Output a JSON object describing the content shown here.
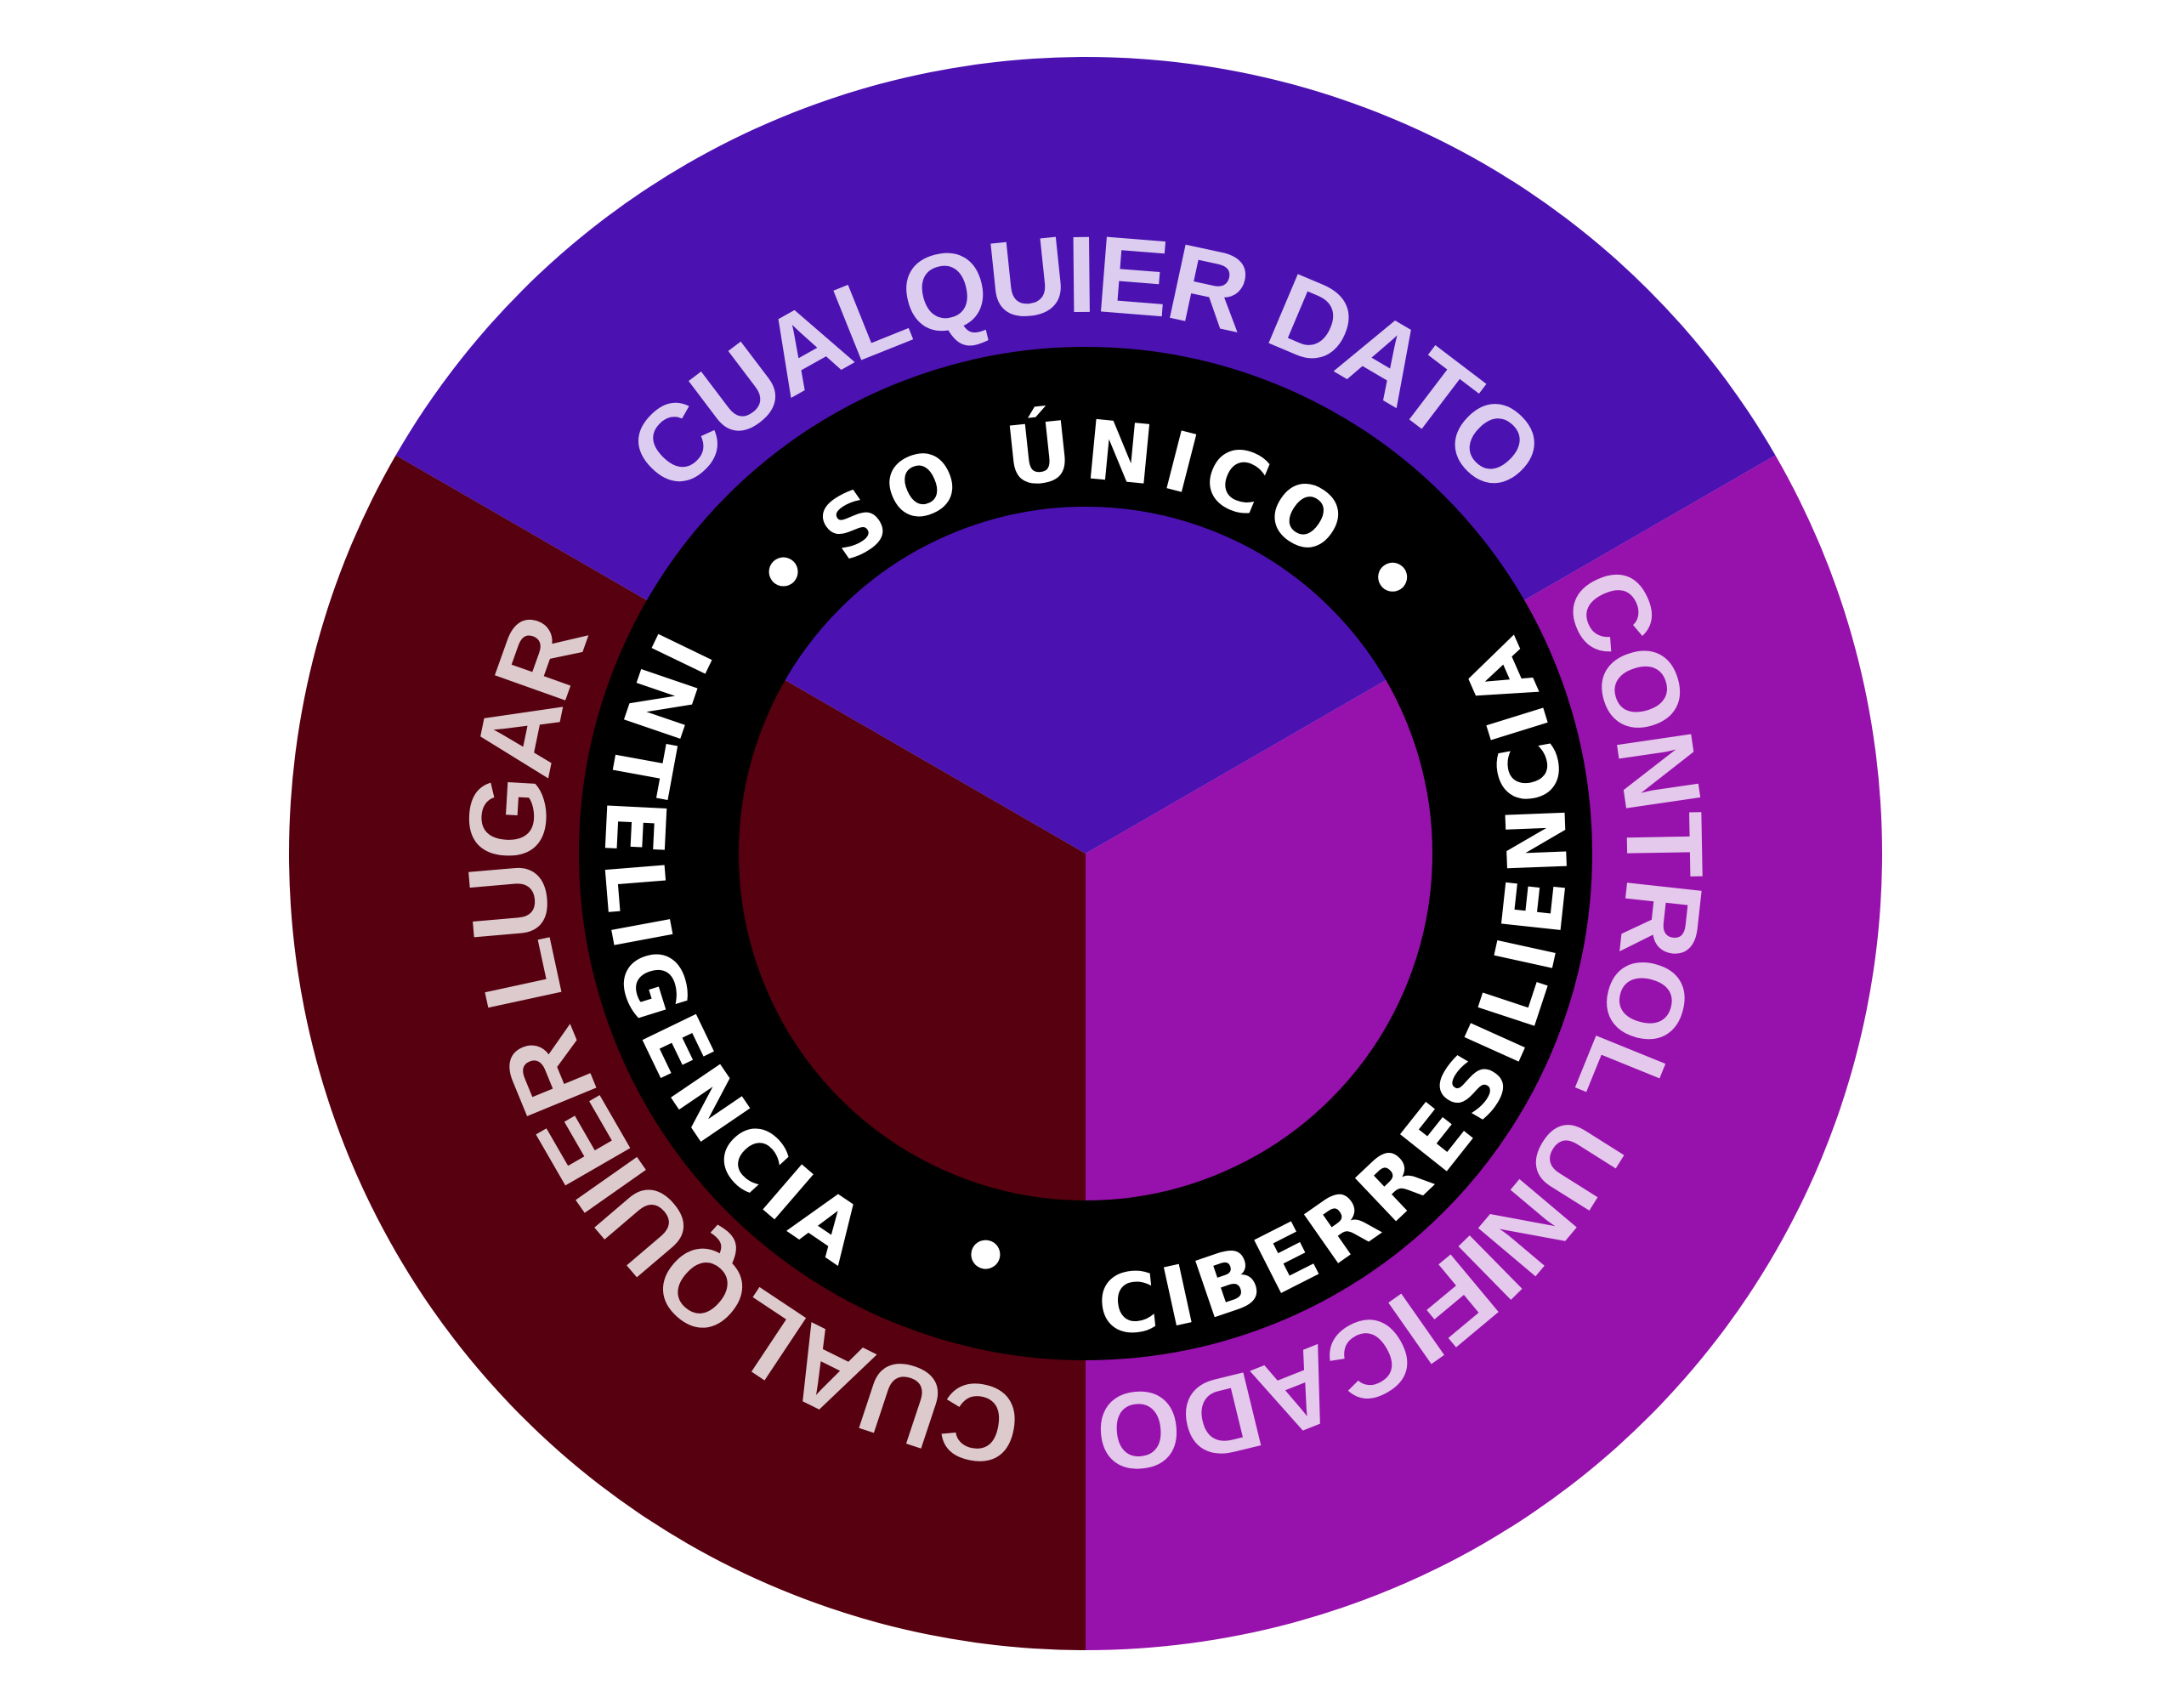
{
  "outer_labels": {
    "top": "CUALQUIER DATO",
    "left": "CUALQUIER LUGAR",
    "right": "CONTROL UNIFICADO"
  },
  "ring_labels": {
    "top": "SO ÚNICO",
    "left": "INTELIGENCIA",
    "right": "CIBERRESILIENCIA"
  },
  "colors": {
    "top_sector": "#4b12b1",
    "left_sector": "#560010",
    "right_sector": "#9711ac",
    "ring": "#000000",
    "top_label": "#dccdf0",
    "left_label": "#dccacd",
    "right_label": "#e4c9ec"
  }
}
